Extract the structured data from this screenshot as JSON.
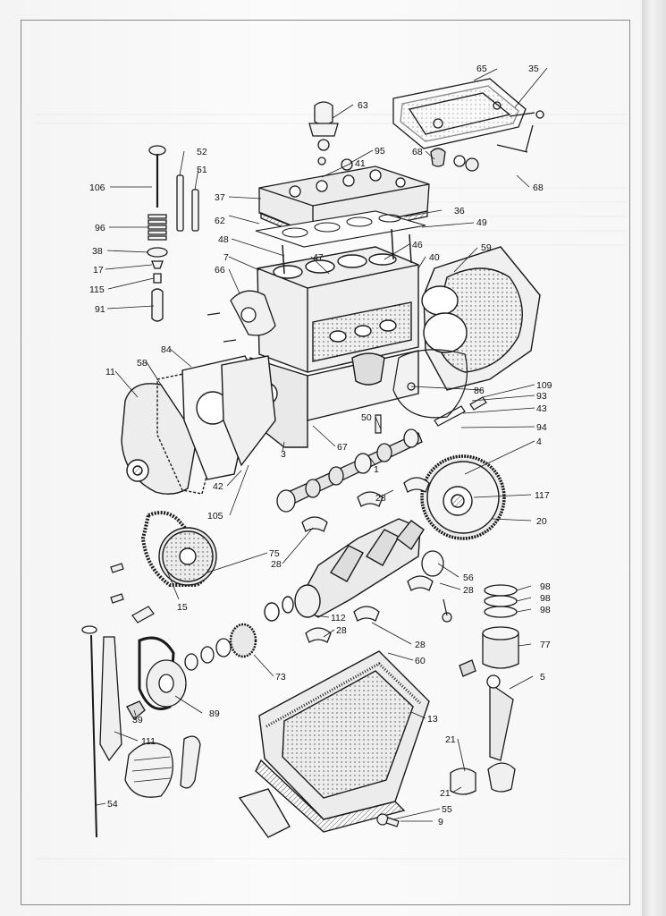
{
  "diagram": {
    "background_color": "#f7f7f7",
    "ink_color": "#1a1a1a",
    "callouts": [
      {
        "id": "p65",
        "label": "65"
      },
      {
        "id": "p35",
        "label": "35"
      },
      {
        "id": "p63",
        "label": "63"
      },
      {
        "id": "p95",
        "label": "95"
      },
      {
        "id": "p52",
        "label": "52"
      },
      {
        "id": "p68a",
        "label": "68"
      },
      {
        "id": "p41",
        "label": "41"
      },
      {
        "id": "p51",
        "label": "51"
      },
      {
        "id": "p68b",
        "label": "68"
      },
      {
        "id": "p106",
        "label": "106"
      },
      {
        "id": "p37",
        "label": "37"
      },
      {
        "id": "p36",
        "label": "36"
      },
      {
        "id": "p62",
        "label": "62"
      },
      {
        "id": "p49",
        "label": "49"
      },
      {
        "id": "p96",
        "label": "96"
      },
      {
        "id": "p48",
        "label": "48"
      },
      {
        "id": "p59",
        "label": "59"
      },
      {
        "id": "p46",
        "label": "46"
      },
      {
        "id": "p38",
        "label": "38"
      },
      {
        "id": "p7",
        "label": "7"
      },
      {
        "id": "p47",
        "label": "47"
      },
      {
        "id": "p40",
        "label": "40"
      },
      {
        "id": "p17",
        "label": "17"
      },
      {
        "id": "p66",
        "label": "66"
      },
      {
        "id": "p115",
        "label": "115"
      },
      {
        "id": "p91",
        "label": "91"
      },
      {
        "id": "p84",
        "label": "84"
      },
      {
        "id": "p58",
        "label": "58"
      },
      {
        "id": "p11",
        "label": "11"
      },
      {
        "id": "p109",
        "label": "109"
      },
      {
        "id": "p86",
        "label": "86"
      },
      {
        "id": "p93",
        "label": "93"
      },
      {
        "id": "p43",
        "label": "43"
      },
      {
        "id": "p50",
        "label": "50"
      },
      {
        "id": "p94",
        "label": "94"
      },
      {
        "id": "p67",
        "label": "67"
      },
      {
        "id": "p4",
        "label": "4"
      },
      {
        "id": "p3",
        "label": "3"
      },
      {
        "id": "p1",
        "label": "1"
      },
      {
        "id": "p42",
        "label": "42"
      },
      {
        "id": "p28a",
        "label": "28"
      },
      {
        "id": "p117",
        "label": "117"
      },
      {
        "id": "p105",
        "label": "105"
      },
      {
        "id": "p20",
        "label": "20"
      },
      {
        "id": "p75",
        "label": "75"
      },
      {
        "id": "p28b",
        "label": "28"
      },
      {
        "id": "p56",
        "label": "56"
      },
      {
        "id": "p28c",
        "label": "28"
      },
      {
        "id": "p98a",
        "label": "98"
      },
      {
        "id": "p98b",
        "label": "98"
      },
      {
        "id": "p98c",
        "label": "98"
      },
      {
        "id": "p15",
        "label": "15"
      },
      {
        "id": "p112",
        "label": "112"
      },
      {
        "id": "p28d",
        "label": "28"
      },
      {
        "id": "p77",
        "label": "77"
      },
      {
        "id": "p28e",
        "label": "28"
      },
      {
        "id": "p60",
        "label": "60"
      },
      {
        "id": "p73",
        "label": "73"
      },
      {
        "id": "p5",
        "label": "5"
      },
      {
        "id": "p39",
        "label": "39"
      },
      {
        "id": "p89",
        "label": "89"
      },
      {
        "id": "p13",
        "label": "13"
      },
      {
        "id": "p111",
        "label": "111"
      },
      {
        "id": "p21a",
        "label": "21"
      },
      {
        "id": "p21b",
        "label": "21"
      },
      {
        "id": "p54",
        "label": "54"
      },
      {
        "id": "p55",
        "label": "55"
      },
      {
        "id": "p9",
        "label": "9"
      }
    ]
  }
}
